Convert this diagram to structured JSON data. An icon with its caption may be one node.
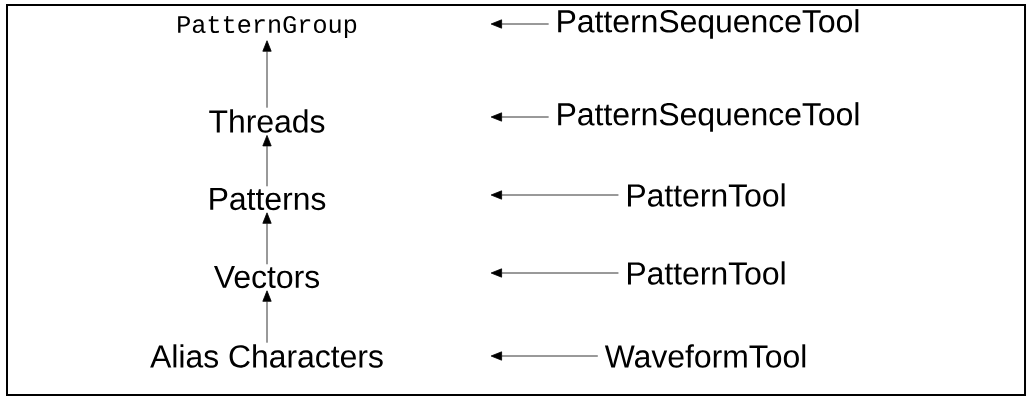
{
  "diagram": {
    "nodes": [
      {
        "text": [
          "PatternGroup"
        ]
      },
      {
        "text": [
          "Threads"
        ]
      },
      {
        "text": [
          "Patterns"
        ]
      },
      {
        "text": [
          "Vectors"
        ]
      },
      {
        "text": [
          "Alias Characters"
        ]
      },
      {
        "text": [
          "PatternSequenceTool"
        ]
      },
      {
        "text": [
          "PatternSequenceTool"
        ]
      },
      {
        "text": [
          "PatternTool"
        ]
      },
      {
        "text": [
          "PatternTool"
        ]
      },
      {
        "text": [
          "WaveformTool"
        ]
      }
    ],
    "edges": [
      {
        "from": 1,
        "to": 0,
        "arrow": "to"
      },
      {
        "from": 2,
        "to": 1,
        "arrow": "to"
      },
      {
        "from": 3,
        "to": 2,
        "arrow": "to"
      },
      {
        "from": 4,
        "to": 3,
        "arrow": "to"
      },
      {
        "from": 5,
        "to": null,
        "arrow": "to"
      },
      {
        "from": 6,
        "to": null,
        "arrow": "to"
      },
      {
        "from": 7,
        "to": null,
        "arrow": "to"
      },
      {
        "from": 8,
        "to": null,
        "arrow": "to"
      },
      {
        "from": 9,
        "to": null,
        "arrow": "to"
      }
    ]
  }
}
